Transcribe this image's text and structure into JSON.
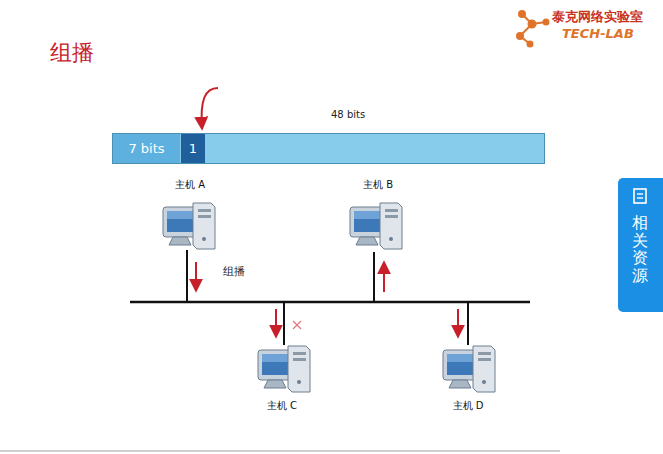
{
  "diagram": {
    "title": "组播",
    "nodes": [
      {
        "text": [
          "48 bits"
        ]
      },
      {
        "text": [
          "7 bits"
        ],
        "in": 0
      },
      {
        "text": [
          "1"
        ],
        "in": 0
      },
      {
        "text": [
          "主机 A"
        ]
      },
      {
        "text": [
          "主机 B"
        ]
      },
      {
        "text": [
          "主机 C"
        ]
      },
      {
        "text": [
          "主机 D"
        ]
      },
      {
        "text": [
          "相关资源"
        ]
      }
    ],
    "labels": [
      "组播",
      "泰克网络实验室",
      "TECH-LAB"
    ]
  }
}
